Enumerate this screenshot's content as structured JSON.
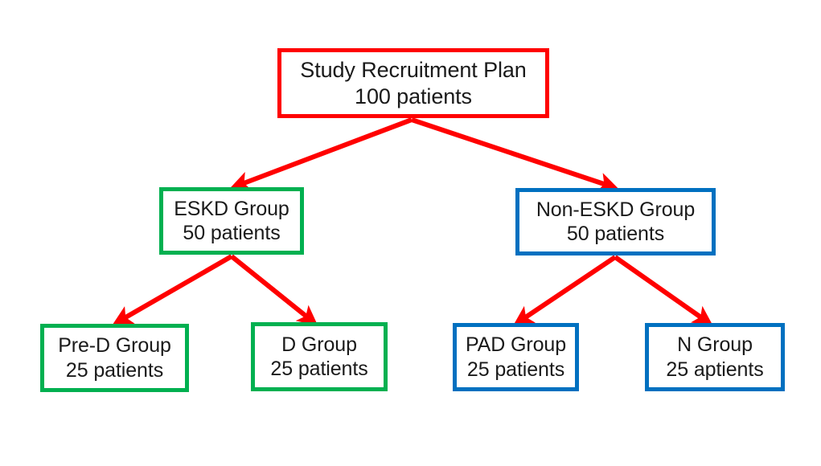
{
  "diagram": {
    "type": "flowchart",
    "orientation": "top-down",
    "colors": {
      "root_border": "#ff0000",
      "eskd_border": "#00b050",
      "noneskd_border": "#0070c0",
      "arrow": "#ff0000",
      "text": "#1a1a1a",
      "background": "#ffffff"
    },
    "nodes": {
      "root": {
        "title": "Study Recruitment Plan",
        "count": "100 patients"
      },
      "eskd": {
        "title": "ESKD Group",
        "count": "50 patients"
      },
      "non_eskd": {
        "title": "Non-ESKD Group",
        "count": "50 patients"
      },
      "pre_d": {
        "title": "Pre-D Group",
        "count": "25 patients"
      },
      "d": {
        "title": "D Group",
        "count": "25 patients"
      },
      "pad": {
        "title": "PAD Group",
        "count": "25 patients"
      },
      "n": {
        "title": "N Group",
        "count": "25 aptients"
      }
    },
    "edges": [
      {
        "from": "root",
        "to": "eskd"
      },
      {
        "from": "root",
        "to": "non_eskd"
      },
      {
        "from": "eskd",
        "to": "pre_d"
      },
      {
        "from": "eskd",
        "to": "d"
      },
      {
        "from": "non_eskd",
        "to": "pad"
      },
      {
        "from": "non_eskd",
        "to": "n"
      }
    ]
  }
}
